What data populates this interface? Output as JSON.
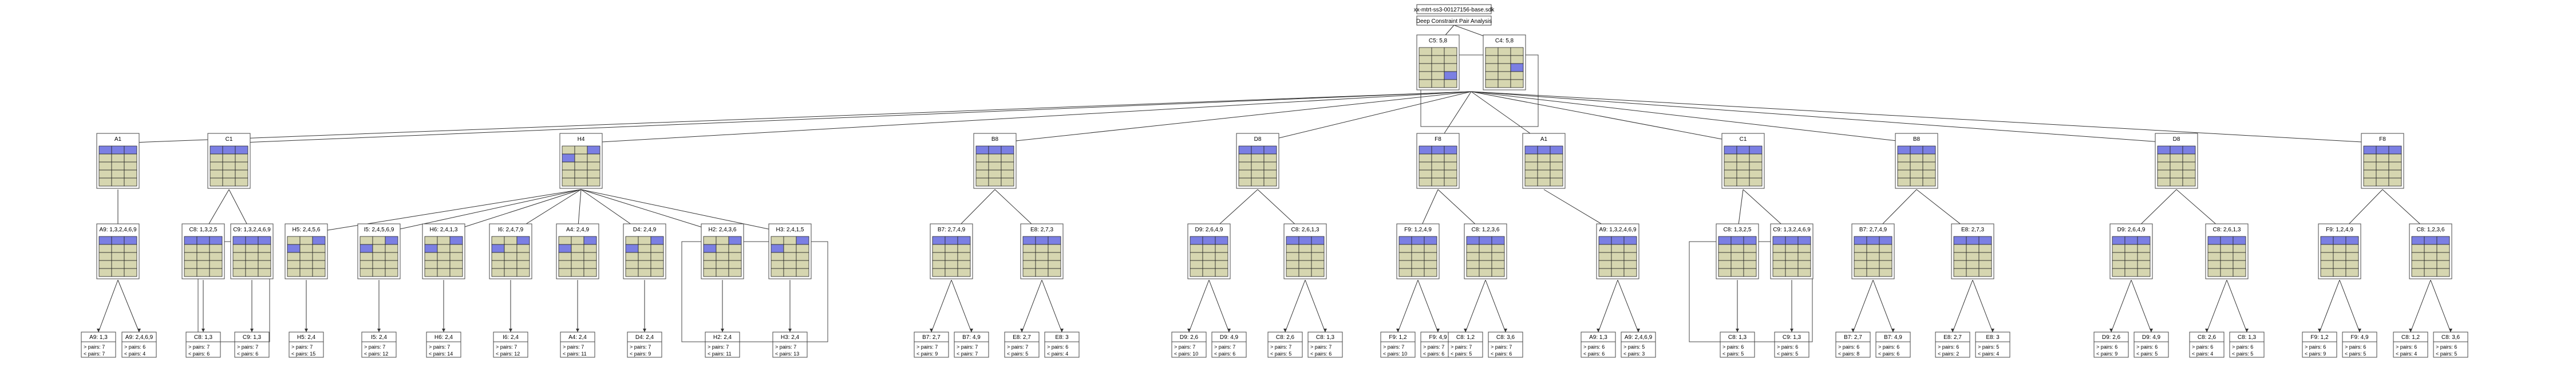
{
  "header": {
    "file": "xx-mtrt-ss3-00127156-base.sdk",
    "subtitle": "Deep Constraint Pair Analysis"
  },
  "colors": {
    "cell": "#d6d6b0",
    "blue": "#7b7fe3",
    "orange": "#f2a03a",
    "line": "#333333",
    "frame": "#444444"
  },
  "nodes": [
    {
      "id": "r1",
      "label": "C5: 5,8",
      "cells": "...........b..."
    },
    {
      "id": "r2",
      "label": "C4: 5,8",
      "cells": "........b......"
    },
    {
      "id": "a1",
      "label": "A1",
      "cells": "bbb............"
    },
    {
      "id": "a2",
      "label": "A9: 1,3,2,4,6,9",
      "cells": "bbb............"
    },
    {
      "id": "a3",
      "label": "A9: 1,3",
      "detail": [
        "> pairs: 7",
        "< pairs: 7"
      ]
    },
    {
      "id": "a4",
      "label": "A9: 2,4,6,9",
      "detail": [
        "> pairs: 6",
        "< pairs: 4"
      ]
    },
    {
      "id": "c1",
      "label": "C1",
      "cells": "bbb............"
    },
    {
      "id": "c2",
      "label": "C8: 1,3,2,5",
      "cells": "bbb............"
    },
    {
      "id": "c3",
      "label": "C9: 1,3,2,4,6,9",
      "cells": "bbb............"
    },
    {
      "id": "c4",
      "label": "C8: 1,3",
      "detail": [
        "> pairs: 7",
        "< pairs: 6"
      ]
    },
    {
      "id": "c5",
      "label": "C9: 1,3",
      "detail": [
        "> pairs: 7",
        "< pairs: 6"
      ]
    },
    {
      "id": "h1",
      "label": "H4",
      "cells": "..bb..........."
    },
    {
      "id": "h2",
      "label": "H5: 2,4,5,6",
      "cells": "..bb..........."
    },
    {
      "id": "h3",
      "label": "I5: 2,4,5,6,9",
      "cells": "..bb..........."
    },
    {
      "id": "h4",
      "label": "H6: 2,4,1,3",
      "cells": "..bb..........."
    },
    {
      "id": "h5",
      "label": "I6: 2,4,7,9",
      "cells": "..bb..........."
    },
    {
      "id": "h6",
      "label": "A4: 2,4,9",
      "cells": "..bb..........."
    },
    {
      "id": "h7",
      "label": "D4: 2,4,9",
      "cells": "..bb..........."
    },
    {
      "id": "h8",
      "label": "H2: 2,4,3,6",
      "cells": "..bb..........."
    },
    {
      "id": "h9",
      "label": "H3: 2,4,1,5",
      "cells": "..bb..........."
    },
    {
      "id": "h10",
      "label": "H5: 2,4",
      "detail": [
        "> pairs: 7",
        "< pairs: 15"
      ]
    },
    {
      "id": "h11",
      "label": "I5: 2,4",
      "detail": [
        "> pairs: 7",
        "< pairs: 12"
      ]
    },
    {
      "id": "h12",
      "label": "H6: 2,4",
      "detail": [
        "> pairs: 7",
        "< pairs: 14"
      ]
    },
    {
      "id": "h13",
      "label": "I6: 2,4",
      "detail": [
        "> pairs: 7",
        "< pairs: 12"
      ]
    },
    {
      "id": "h14",
      "label": "A4: 2,4",
      "detail": [
        "> pairs: 7",
        "< pairs: 11"
      ]
    },
    {
      "id": "h15",
      "label": "D4: 2,4",
      "detail": [
        "> pairs: 7",
        "< pairs: 9"
      ]
    },
    {
      "id": "h16",
      "label": "H2: 2,4",
      "detail": [
        "> pairs: 7",
        "< pairs: 11"
      ]
    },
    {
      "id": "h17",
      "label": "H3: 2,4",
      "detail": [
        "> pairs: 7",
        "< pairs: 13"
      ]
    },
    {
      "id": "b1",
      "label": "B8",
      "cells": "bbb............"
    },
    {
      "id": "b2",
      "label": "B7: 2,7,4,9",
      "cells": "bbb............"
    },
    {
      "id": "b3",
      "label": "E8: 2,7,3",
      "cells": "bbb............"
    },
    {
      "id": "b4",
      "label": "B7: 2,7",
      "detail": [
        "> pairs: 7",
        "< pairs: 9"
      ]
    },
    {
      "id": "b5",
      "label": "B7: 4,9",
      "detail": [
        "> pairs: 7",
        "< pairs: 7"
      ]
    },
    {
      "id": "b6",
      "label": "E8: 2,7",
      "detail": [
        "> pairs: 7",
        "< pairs: 5"
      ]
    },
    {
      "id": "b7",
      "label": "E8: 3",
      "detail": [
        "> pairs: 6",
        "< pairs: 4"
      ]
    },
    {
      "id": "d1",
      "label": "D8",
      "cells": "bbb............"
    },
    {
      "id": "d2",
      "label": "D9: 2,6,4,9",
      "cells": "bbb............"
    },
    {
      "id": "d3",
      "label": "C8: 2,6,1,3",
      "cells": "bbb............"
    },
    {
      "id": "d4",
      "label": "D9: 2,6",
      "detail": [
        "> pairs: 7",
        "< pairs: 10"
      ]
    },
    {
      "id": "d5",
      "label": "D9: 4,9",
      "detail": [
        "> pairs: 7",
        "< pairs: 6"
      ]
    },
    {
      "id": "d6",
      "label": "C8: 2,6",
      "detail": [
        "> pairs: 7",
        "< pairs: 5"
      ]
    },
    {
      "id": "d7",
      "label": "C8: 1,3",
      "detail": [
        "> pairs: 7",
        "< pairs: 6"
      ]
    },
    {
      "id": "f1",
      "label": "F8",
      "cells": "bbb............"
    },
    {
      "id": "f2",
      "label": "F9: 1,2,4,9",
      "cells": "bbb............"
    },
    {
      "id": "f3",
      "label": "C8: 1,2,3,6",
      "cells": "bbb............"
    },
    {
      "id": "f4",
      "label": "F9: 1,2",
      "detail": [
        "> pairs: 7",
        "< pairs: 10"
      ]
    },
    {
      "id": "f5",
      "label": "F9: 4,9",
      "detail": [
        "> pairs: 7",
        "< pairs: 6"
      ]
    },
    {
      "id": "f6",
      "label": "C8: 1,2",
      "detail": [
        "> pairs: 7",
        "< pairs: 5"
      ]
    },
    {
      "id": "f7",
      "label": "C8: 3,6",
      "detail": [
        "> pairs: 7",
        "< pairs: 6"
      ]
    },
    {
      "id": "a21",
      "label": "A1",
      "cells": "bbb............"
    },
    {
      "id": "a22",
      "label": "A9: 1,3,2,4,6,9",
      "cells": "bbb............"
    },
    {
      "id": "a23",
      "label": "A9: 1,3",
      "detail": [
        "> pairs: 6",
        "< pairs: 6"
      ]
    },
    {
      "id": "a24",
      "label": "A9: 2,4,6,9",
      "detail": [
        "> pairs: 5",
        "< pairs: 3"
      ]
    },
    {
      "id": "c21",
      "label": "C1",
      "cells": "bbb............"
    },
    {
      "id": "c22",
      "label": "C8: 1,3,2,5",
      "cells": "bbb............"
    },
    {
      "id": "c23",
      "label": "C9: 1,3,2,4,6,9",
      "cells": "bbb............"
    },
    {
      "id": "c24",
      "label": "C8: 1,3",
      "detail": [
        "> pairs: 6",
        "< pairs: 5"
      ]
    },
    {
      "id": "c25",
      "label": "C9: 1,3",
      "detail": [
        "> pairs: 6",
        "< pairs: 5"
      ]
    },
    {
      "id": "b21",
      "label": "B8",
      "cells": "bbb............"
    },
    {
      "id": "b22",
      "label": "B7: 2,7,4,9",
      "cells": "bbb............"
    },
    {
      "id": "b23",
      "label": "E8: 2,7,3",
      "cells": "bbb............"
    },
    {
      "id": "b24",
      "label": "B7: 2,7",
      "detail": [
        "> pairs: 6",
        "< pairs: 8"
      ]
    },
    {
      "id": "b25",
      "label": "B7: 4,9",
      "detail": [
        "> pairs: 6",
        "< pairs: 6"
      ]
    },
    {
      "id": "b26",
      "label": "E8: 2,7",
      "detail": [
        "> pairs: 6",
        "< pairs: 2"
      ]
    },
    {
      "id": "b27",
      "label": "E8: 3",
      "detail": [
        "> pairs: 5",
        "< pairs: 4"
      ]
    },
    {
      "id": "d21",
      "label": "D8",
      "cells": "bbb............"
    },
    {
      "id": "d22",
      "label": "D9: 2,6,4,9",
      "cells": "bbb............"
    },
    {
      "id": "d23",
      "label": "C8: 2,6,1,3",
      "cells": "bbb............"
    },
    {
      "id": "d24",
      "label": "D9: 2,6",
      "detail": [
        "> pairs: 6",
        "< pairs: 9"
      ]
    },
    {
      "id": "d25",
      "label": "D9: 4,9",
      "detail": [
        "> pairs: 6",
        "< pairs: 5"
      ]
    },
    {
      "id": "d26",
      "label": "C8: 2,6",
      "detail": [
        "> pairs: 6",
        "< pairs: 4"
      ]
    },
    {
      "id": "d27",
      "label": "C8: 1,3",
      "detail": [
        "> pairs: 6",
        "< pairs: 5"
      ]
    },
    {
      "id": "f21",
      "label": "F8",
      "cells": "bbb............"
    },
    {
      "id": "f22",
      "label": "F9: 1,2,4,9",
      "cells": "bbb............"
    },
    {
      "id": "f23",
      "label": "C8: 1,2,3,6",
      "cells": "bbb............"
    },
    {
      "id": "f24",
      "label": "F9: 1,2",
      "detail": [
        "> pairs: 6",
        "< pairs: 9"
      ]
    },
    {
      "id": "f25",
      "label": "F9: 4,9",
      "detail": [
        "> pairs: 6",
        "< pairs: 5"
      ]
    },
    {
      "id": "f26",
      "label": "C8: 1,2",
      "detail": [
        "> pairs: 6",
        "< pairs: 4"
      ]
    },
    {
      "id": "f27",
      "label": "C8: 3,6",
      "detail": [
        "> pairs: 6",
        "< pairs: 5"
      ]
    }
  ],
  "edges": [
    [
      "r",
      "a1"
    ],
    [
      "r",
      "c1"
    ],
    [
      "r",
      "h1"
    ],
    [
      "r",
      "b1"
    ],
    [
      "r",
      "d1"
    ],
    [
      "r",
      "f1"
    ],
    [
      "r",
      "a21"
    ],
    [
      "r",
      "c21"
    ],
    [
      "r",
      "b21"
    ],
    [
      "r",
      "d21"
    ],
    [
      "r",
      "f21"
    ],
    [
      "a1",
      "a2"
    ],
    [
      "a2",
      "a3"
    ],
    [
      "a2",
      "a4"
    ],
    [
      "c1",
      "c2"
    ],
    [
      "c1",
      "c3"
    ],
    [
      "c2",
      "c4"
    ],
    [
      "c3",
      "c5"
    ],
    [
      "h1",
      "h2"
    ],
    [
      "h1",
      "h3"
    ],
    [
      "h1",
      "h4"
    ],
    [
      "h1",
      "h5"
    ],
    [
      "h1",
      "h6"
    ],
    [
      "h1",
      "h7"
    ],
    [
      "h1",
      "h8"
    ],
    [
      "h1",
      "h9"
    ],
    [
      "h2",
      "h10"
    ],
    [
      "h3",
      "h11"
    ],
    [
      "h4",
      "h12"
    ],
    [
      "h5",
      "h13"
    ],
    [
      "h6",
      "h14"
    ],
    [
      "h7",
      "h15"
    ],
    [
      "h8",
      "h16"
    ],
    [
      "h9",
      "h17"
    ],
    [
      "b1",
      "b2"
    ],
    [
      "b1",
      "b3"
    ],
    [
      "b2",
      "b4"
    ],
    [
      "b2",
      "b5"
    ],
    [
      "b3",
      "b6"
    ],
    [
      "b3",
      "b7"
    ],
    [
      "d1",
      "d2"
    ],
    [
      "d1",
      "d3"
    ],
    [
      "d2",
      "d4"
    ],
    [
      "d2",
      "d5"
    ],
    [
      "d3",
      "d6"
    ],
    [
      "d3",
      "d7"
    ],
    [
      "f1",
      "f2"
    ],
    [
      "f1",
      "f3"
    ],
    [
      "f2",
      "f4"
    ],
    [
      "f2",
      "f5"
    ],
    [
      "f3",
      "f6"
    ],
    [
      "f3",
      "f7"
    ],
    [
      "a21",
      "a22"
    ],
    [
      "a22",
      "a23"
    ],
    [
      "a22",
      "a24"
    ],
    [
      "c21",
      "c22"
    ],
    [
      "c21",
      "c23"
    ],
    [
      "c22",
      "c24"
    ],
    [
      "c23",
      "c25"
    ],
    [
      "b21",
      "b22"
    ],
    [
      "b21",
      "b23"
    ],
    [
      "b22",
      "b24"
    ],
    [
      "b22",
      "b25"
    ],
    [
      "b23",
      "b26"
    ],
    [
      "b23",
      "b27"
    ],
    [
      "d21",
      "d22"
    ],
    [
      "d21",
      "d23"
    ],
    [
      "d22",
      "d24"
    ],
    [
      "d22",
      "d25"
    ],
    [
      "d23",
      "d26"
    ],
    [
      "d23",
      "d27"
    ],
    [
      "f21",
      "f22"
    ],
    [
      "f21",
      "f23"
    ],
    [
      "f22",
      "f24"
    ],
    [
      "f22",
      "f25"
    ],
    [
      "f23",
      "f26"
    ],
    [
      "f23",
      "f27"
    ]
  ]
}
